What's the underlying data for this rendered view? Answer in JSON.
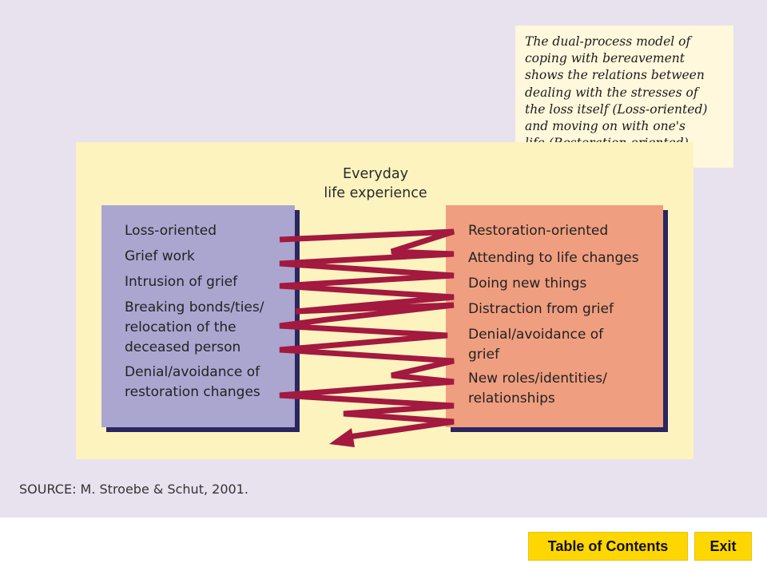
{
  "caption": {
    "text": "The dual-process model of\ncoping with bereavement\nshows the relations between\ndealing with the stresses of\nthe loss itself (Loss-oriented)\nand moving on with one's\nlife (Restoration-oriented)."
  },
  "diagram": {
    "center_title": "Everyday\nlife experience",
    "loss_items": [
      "Loss-oriented",
      "Grief work",
      "Intrusion of grief",
      "Breaking bonds/ties/\n  relocation of the\n  deceased person",
      "Denial/avoidance of\n  restoration changes"
    ],
    "restoration_items": [
      "Restoration-oriented",
      "Attending to life changes",
      "Doing new things",
      "Distraction from grief",
      "Denial/avoidance of\n  grief",
      "New roles/identities/\n  relationships"
    ],
    "arrow_color": "#a3193f"
  },
  "source": "SOURCE: M. Stroebe & Schut, 2001.",
  "nav": {
    "toc_label": "Table of Contents",
    "exit_label": "Exit"
  },
  "colors": {
    "background": "#e8e1ee",
    "panel": "#fdf3bf",
    "loss_box": "#aaa6d0",
    "restoration_box": "#ef9e80",
    "button": "#ffd700"
  }
}
